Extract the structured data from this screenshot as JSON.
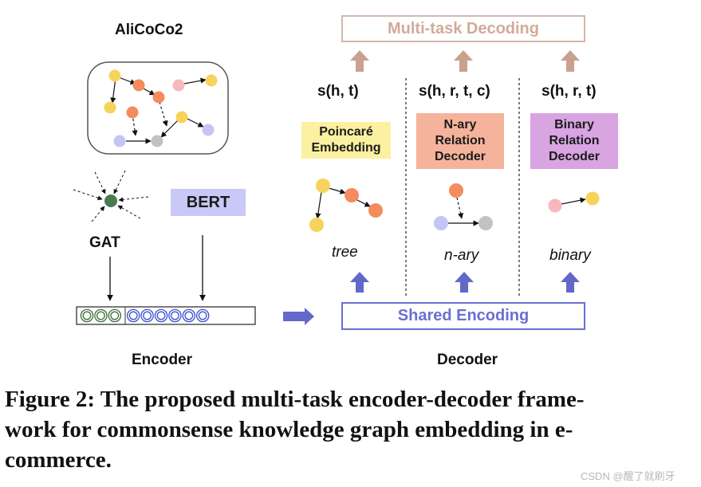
{
  "figure": {
    "kg_title": "AliCoCo2",
    "gat_label": "GAT",
    "bert_label": "BERT",
    "encoder_label": "Encoder",
    "decoder_label": "Decoder",
    "multi_task_label": "Multi-task Decoding",
    "shared_encoding_label": "Shared Encoding",
    "branches": [
      {
        "score": "s(h, t)",
        "module_lines": [
          "Poincaré",
          "Embedding"
        ],
        "structure": "tree",
        "module_color": "#fbf1a0"
      },
      {
        "score": "s(h, r, t, c)",
        "module_lines": [
          "N-ary",
          "Relation",
          "Decoder"
        ],
        "structure": "n-ary",
        "module_color": "#f6b39b"
      },
      {
        "score": "s(h, r, t)",
        "module_lines": [
          "Binary",
          "Relation",
          "Decoder"
        ],
        "structure": "binary",
        "module_color": "#d8a4e2"
      }
    ],
    "colors": {
      "yellow_node": "#f7d35c",
      "orange_node": "#f48c5e",
      "pink_node": "#f7b8bd",
      "lavender_node": "#c4c4f5",
      "gray_node": "#c2c2c2",
      "green_node": "#4a7a50",
      "gat_cells": "#3f6e3a",
      "bert_cells": "#3b4fd0",
      "up_arrow_tan": "#c8a18f",
      "up_arrow_blue": "#6168c9",
      "flow_arrow": "#6468c9"
    }
  },
  "caption": {
    "lines": [
      "Figure 2: The proposed multi-task encoder-decoder frame-",
      "work for commonsense knowledge graph embedding in e-",
      "commerce."
    ]
  },
  "watermark": "CSDN @醒了就刷牙"
}
